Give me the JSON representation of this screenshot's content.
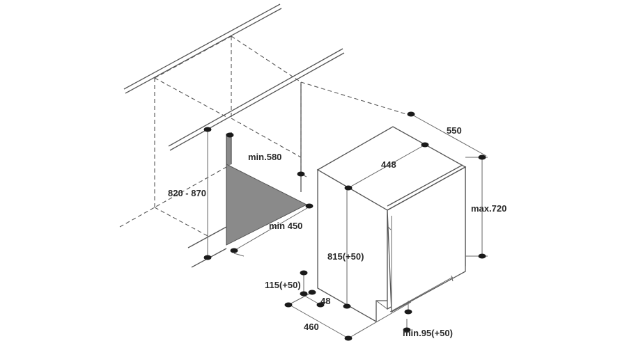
{
  "dimensions": {
    "depth_total": "550",
    "depth_top": "448",
    "height_max": "max.720",
    "niche_height": "820 - 870",
    "niche_depth": "min.580",
    "niche_width": "min 450",
    "appliance_height": "815(+50)",
    "plinth_height": "115(+50)",
    "plinth_offset": "48",
    "width": "460",
    "min_gap": "min.95(+50)"
  },
  "colors": {
    "line": "#555555",
    "fill_gray": "#8a8a8a",
    "text": "#2b2b2b"
  }
}
